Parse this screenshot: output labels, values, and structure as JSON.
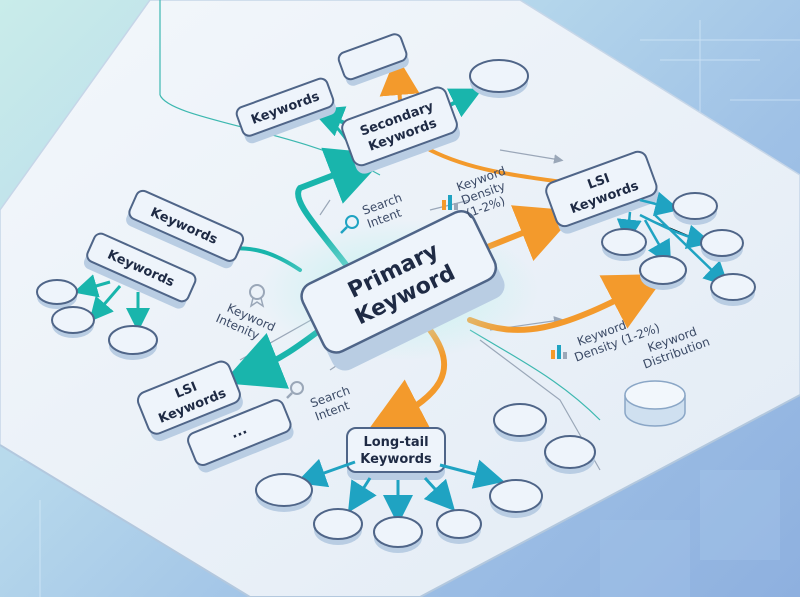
{
  "colors": {
    "teal": "#19b5ac",
    "orange": "#f39a2c",
    "node_border": "#6b7f9e",
    "node_fill": "#eef4fb",
    "platform": "#eef3f9"
  },
  "nodes": {
    "primary": {
      "line1": "Primary",
      "line2": "Keyword"
    },
    "secondary": {
      "line1": "Secondary",
      "line2": "Keywords"
    },
    "keywords_top": "Keywords",
    "keywords_left_1": "Keywords",
    "keywords_left_2": "Keywords",
    "lsi_right": {
      "line1": "LSI",
      "line2": "Keywords"
    },
    "lsi_left": {
      "line1": "LSI",
      "line2": "Keywords"
    },
    "ellipsis": "...",
    "longtail": {
      "line1": "Long-tail",
      "line2": "Keywords"
    }
  },
  "annotations": {
    "search_intent_top": {
      "line1": "Search",
      "line2": "Intent"
    },
    "keyword_density_top": {
      "line1": "Keyword",
      "line2": "Density",
      "line3": "(1-2%)"
    },
    "keyword_intent": {
      "line1": "Keyword",
      "line2": "Intenity"
    },
    "search_intent_bottom": {
      "line1": "Search",
      "line2": "Intent"
    },
    "keyword_density_right": {
      "line1": "Keyword",
      "line2": "Density (1-2%)"
    },
    "keyword_distribution": {
      "line1": "Keyword",
      "line2": "Distribution"
    }
  },
  "icons": [
    "search-icon",
    "bar-chart-icon",
    "badge-icon"
  ]
}
